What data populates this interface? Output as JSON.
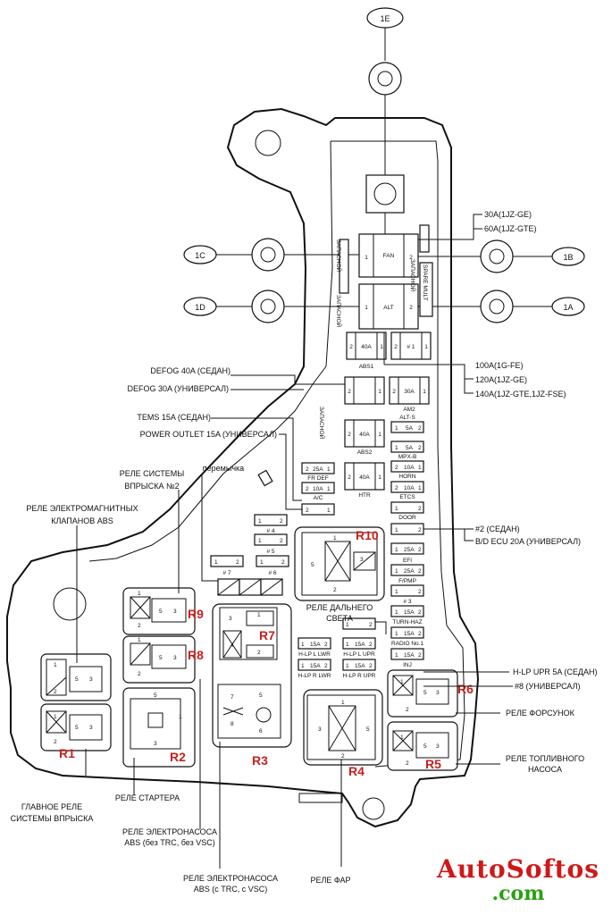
{
  "terminals": {
    "t1e": "1E",
    "t1c": "1C",
    "t1b": "1B",
    "t1d": "1D",
    "t1a": "1A"
  },
  "callouts": {
    "fan_a": "30A(1JZ-GE)",
    "fan_b": "60A(1JZ-GTE)",
    "alt_a": "100A(1G-FE)",
    "alt_b": "120A(1JZ-GE)",
    "alt_c": "140A(1JZ-GTE,1JZ-FSE)",
    "defog_a": "DEFOG 40A (СЕДАН)",
    "defog_b": "DEFOG 30A (УНИВЕРСАЛ)",
    "tems": "TEMS 15A (СЕДАН)",
    "power_outlet": "POWER OUTLET 15A (УНИВЕРСАЛ)",
    "injection_relay_2": [
      "РЕЛЕ СИСТЕМЫ",
      "ВПРЫСКА №2"
    ],
    "jumper": "перемычка",
    "abs_solenoid_relay": [
      "РЕЛЕ ЭЛЕКТРОМАГНИТНЫХ",
      "КЛАПАНОВ ABS"
    ],
    "sedan2": "#2 (СЕДАН)",
    "bdecu": "B/D ECU 20A (УНИВЕРСАЛ)",
    "high_beam_relay": [
      "РЕЛЕ ДАЛЬНЕГО",
      "СВЕТА"
    ],
    "hlp_upr": "H-LP UPR 5A (СЕДАН)",
    "wagon8": "#8 (УНИВЕРСАЛ)",
    "injector_relay": "РЕЛЕ ФОРСУНОК",
    "fuel_pump_relay": [
      "РЕЛЕ ТОПЛИВНОГО",
      "НАСОСА"
    ],
    "main_relay": [
      "ГЛАВНОЕ РЕЛЕ",
      "СИСТЕМЫ ВПРЫСКА"
    ],
    "starter_relay": "РЕЛЕ СТАРТЕРА",
    "abs_pump_no_trc": [
      "РЕЛЕ ЭЛЕКТРОНАСОСА",
      "ABS (без TRC, без VSC)"
    ],
    "abs_pump_trc": [
      "РЕЛЕ ЭЛЕКТРОНАСОСА",
      "ABS  (с TRC, с VSC)"
    ],
    "headlamp_relay": "РЕЛЕ ФАР"
  },
  "relay_ids": {
    "r1": "R1",
    "r2": "R2",
    "r3": "R3",
    "r4": "R4",
    "r5": "R5",
    "r6": "R6",
    "r7": "R7",
    "r8": "R8",
    "r9": "R9",
    "r10": "R10"
  },
  "box_text": {
    "spare_v1": "ЗАПАСНОЙ",
    "spare_v2": "ЗАПАСНОЙ",
    "spare_v3": "ЗАПАСНОЙ",
    "spare_v4": "ЗАПАСНОЙ",
    "spare_mult": "SPARE MULT",
    "fan": "FAN",
    "alt": "ALT",
    "a40": "40A",
    "n1": "# 1",
    "a30": "30A",
    "a25": "25A",
    "a10": "10A",
    "a5": "5A",
    "a15": "15A",
    "abs1": "ABS1",
    "am2": "AM2",
    "abs2": "ABS2",
    "htr": "HTR",
    "fr_def": "FR DEF",
    "ac": "A/C",
    "alts": "ALT-S",
    "mpxb": "MPX-B",
    "horn": "HORN",
    "etcs": "ETCS",
    "door": "DOOR",
    "efi": "EFI",
    "fpmp": "F/PMP",
    "n3": "# 3",
    "n4": "# 4",
    "n5": "# 5",
    "n6": "# 6",
    "n7": "# 7",
    "turn_haz": "TURN-HAZ",
    "radio": "RADIO No.1",
    "inj": "INJ",
    "hlp_l_lwr": "H-LP L LWR",
    "hlp_r_lwr": "H-LP R LWR",
    "hlp_l_upr": "H-LP L UPR",
    "hlp_r_upr": "H-LP R UPR",
    "p1": "1",
    "p2": "2",
    "p3": "3",
    "p4": "4",
    "p5": "5",
    "p6": "6",
    "p7": "7",
    "p8": "8"
  },
  "brand": {
    "line1": "AutoSoftos",
    "line2": ".com"
  },
  "colors": {
    "relay_id": "#c8201e",
    "brand_red": "#d01818",
    "brand_green": "#2aa012"
  }
}
